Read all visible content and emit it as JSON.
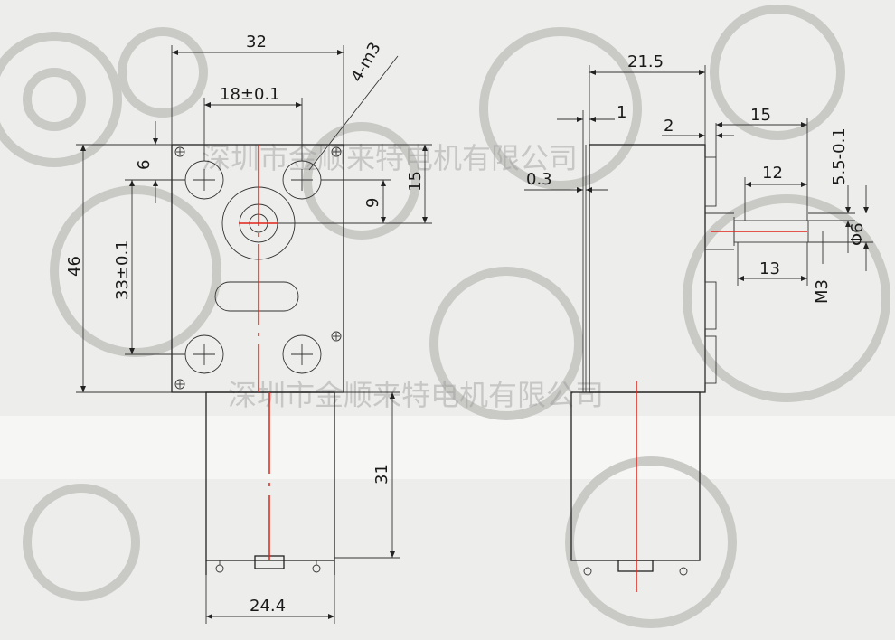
{
  "watermark": {
    "top": "深圳市金顺来特电机有限公司",
    "bottom": "深圳市金顺来特电机有限公司"
  },
  "front_view": {
    "width_label": "32",
    "hole_spacing_label": "18±0.1",
    "screw_label": "4-m3",
    "height_label": "46",
    "hole_vertical_label": "33±0.1",
    "top_offset_label": "6",
    "shaft_offset_label": "9",
    "shaft_height_label": "15",
    "motor_length_label": "31",
    "motor_width_label": "24.4"
  },
  "side_view": {
    "depth_label": "21.5",
    "plate_label": "1",
    "gap_label": "2",
    "shim_label": "0.3",
    "shaft_length_label": "15",
    "flat_length_label": "12",
    "thread_length_label": "13",
    "flat_height_label": "5.5-0.1",
    "shaft_diameter_label": "Φ6",
    "thread_label": "M3"
  }
}
